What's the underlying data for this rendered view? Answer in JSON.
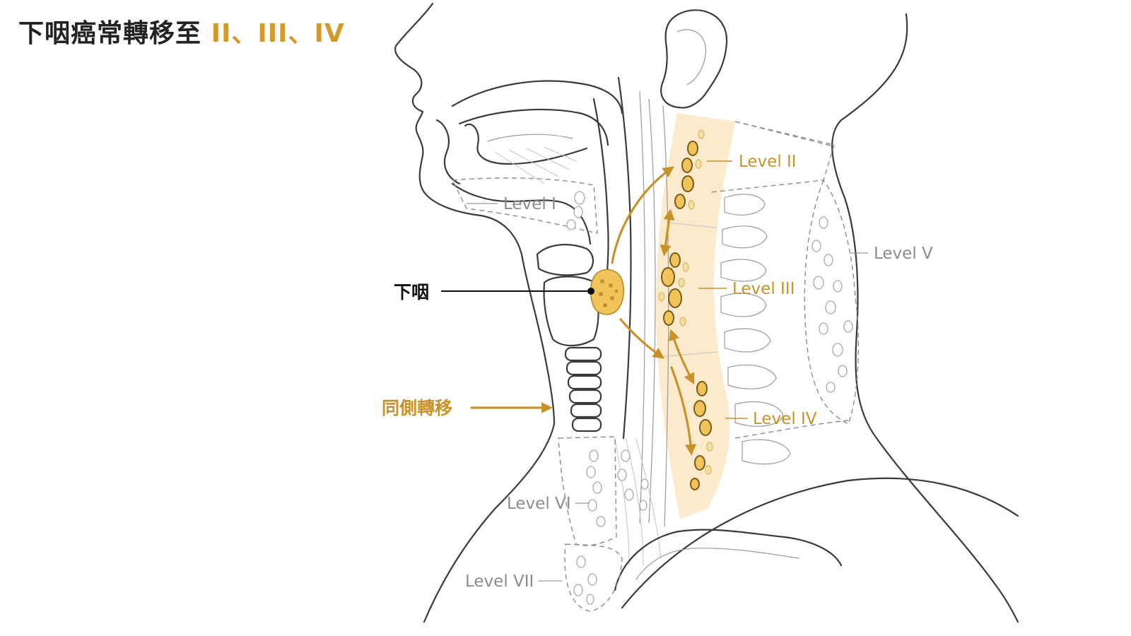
{
  "title": {
    "main": "下咽癌常轉移至",
    "highlight": "II、III、IV"
  },
  "labels": {
    "level_1": "Level I",
    "level_2": "Level II",
    "level_3": "Level III",
    "level_4": "Level IV",
    "level_5": "Level V",
    "level_6": "Level VI",
    "level_7": "Level VII",
    "hypopharynx": "下咽",
    "ipsilateral": "同側轉移"
  },
  "colors": {
    "accent_gold": "#c8922a",
    "highlight_fill": "#fbeacb",
    "outline": "#3a3a3a",
    "dashed_region": "#8c8c8c"
  },
  "icons": {
    "tumor": "hypopharynx-tumor-icon",
    "arrow": "metastasis-arrow-icon"
  }
}
